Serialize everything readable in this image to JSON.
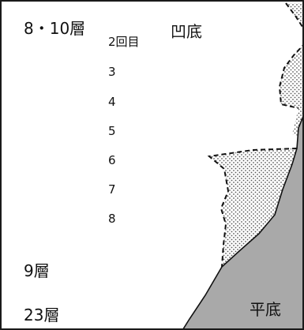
{
  "labels": {
    "layer_8_10": "8・10層",
    "concave_bottom": "凹底",
    "layer_9": "9層",
    "layer_23": "23層",
    "flat_bottom": "平底"
  },
  "rounds": [
    "2回目",
    "3",
    "4",
    "5",
    "6",
    "7",
    "8"
  ],
  "colors": {
    "frame": "#1a1a1a",
    "solid_fill": "#a9a9a9",
    "dot_fill": "#5a5a5a",
    "dashed_line": "#111111",
    "background": "#ffffff"
  }
}
